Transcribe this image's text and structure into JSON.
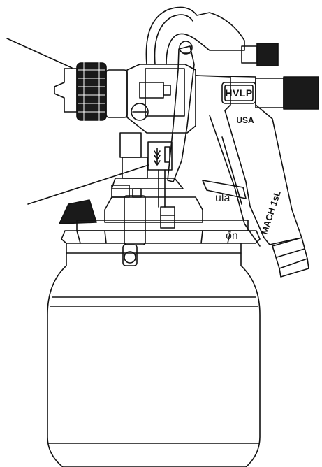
{
  "labels": {
    "valve_fragment": "ula",
    "adjust_fragment": "ón"
  },
  "markings": {
    "hvlp": "HVLP",
    "usa": "USA",
    "model": "MACH 1sL"
  },
  "colors": {
    "stroke": "#111111",
    "fill_dark": "#1a1a1a",
    "background": "#ffffff"
  }
}
